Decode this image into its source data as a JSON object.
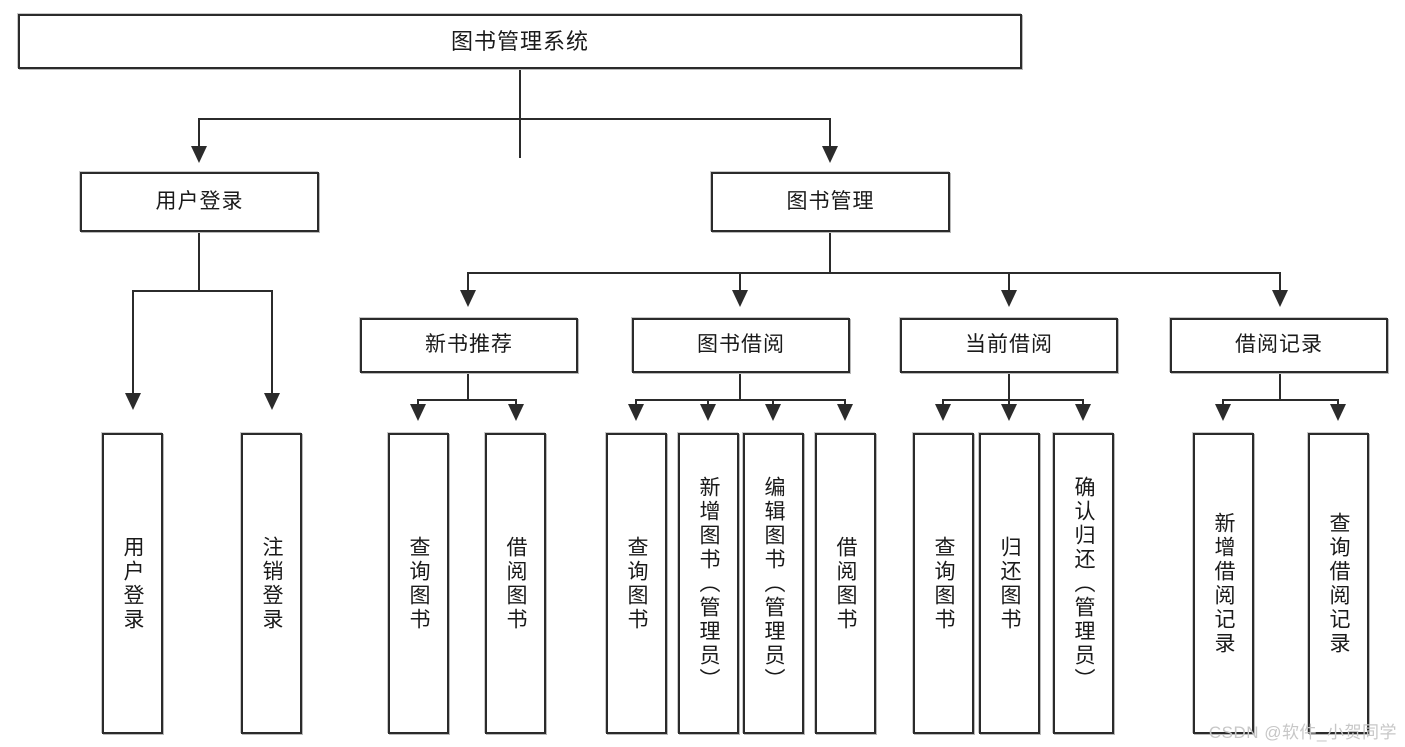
{
  "diagram": {
    "title": "图书管理系统",
    "type": "function-structure-tree",
    "root": {
      "label": "图书管理系统"
    },
    "level1": [
      {
        "label": "用户登录"
      },
      {
        "label": "图书管理"
      }
    ],
    "level2": [
      {
        "label": "新书推荐"
      },
      {
        "label": "图书借阅"
      },
      {
        "label": "当前借阅"
      },
      {
        "label": "借阅记录"
      }
    ],
    "leaves": {
      "user_login": [
        {
          "label": "用户登录"
        },
        {
          "label": "注销登录"
        }
      ],
      "new_book_recommend": [
        {
          "label": "查询图书"
        },
        {
          "label": "借阅图书"
        }
      ],
      "book_borrow": [
        {
          "label": "查询图书"
        },
        {
          "label": "新增图书（管理员）"
        },
        {
          "label": "编辑图书（管理员）"
        },
        {
          "label": "借阅图书"
        }
      ],
      "current_borrow": [
        {
          "label": "查询图书"
        },
        {
          "label": "归还图书"
        },
        {
          "label": "确认归还（管理员）"
        }
      ],
      "borrow_record": [
        {
          "label": "新增借阅记录"
        },
        {
          "label": "查询借阅记录"
        }
      ]
    }
  },
  "watermark": {
    "text": "CSDN @软件_小贺同学"
  },
  "colors": {
    "line": "#2b2b2b",
    "box_fill": "#ffffff",
    "text": "#1a1a1a",
    "watermark": "#c7c7c7"
  }
}
